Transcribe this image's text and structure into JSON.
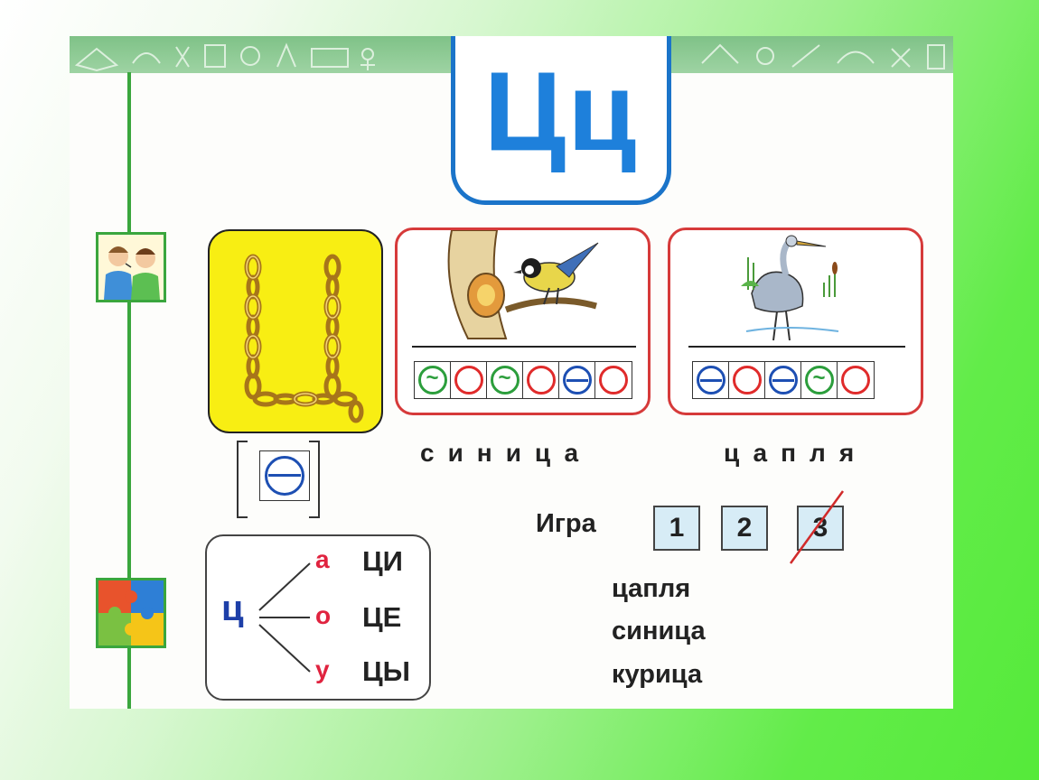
{
  "header": {
    "letter_title": "Цц"
  },
  "words": {
    "sinitsa": "синица",
    "tsaplya": "цапля"
  },
  "schemes": {
    "sinitsa": [
      "green",
      "red",
      "green",
      "red",
      "blue",
      "red"
    ],
    "tsaplya": [
      "blue",
      "red",
      "blue",
      "green",
      "red"
    ],
    "sound": "blue"
  },
  "syllables": {
    "consonant": "ц",
    "vowels": [
      "а",
      "о",
      "у"
    ],
    "results": [
      "ЦИ",
      "ЦЕ",
      "ЦЫ"
    ]
  },
  "game": {
    "label": "Игра",
    "numbers": [
      "1",
      "2",
      "3"
    ],
    "words": [
      "цапля",
      "синица",
      "курица"
    ]
  },
  "icons": {
    "tile_top": "children-talking-icon",
    "tile_bottom": "puzzle-icon",
    "chain_letter": "chain-letter-ts-icon",
    "bird": "titmouse-bird-icon",
    "heron": "heron-icon"
  },
  "colors": {
    "title_blue": "#1e80db",
    "card_red": "#d63a3a",
    "chain_yellow": "#f8ee13",
    "margin_green": "#3aa63d",
    "vowel_red": "#e0233f"
  }
}
